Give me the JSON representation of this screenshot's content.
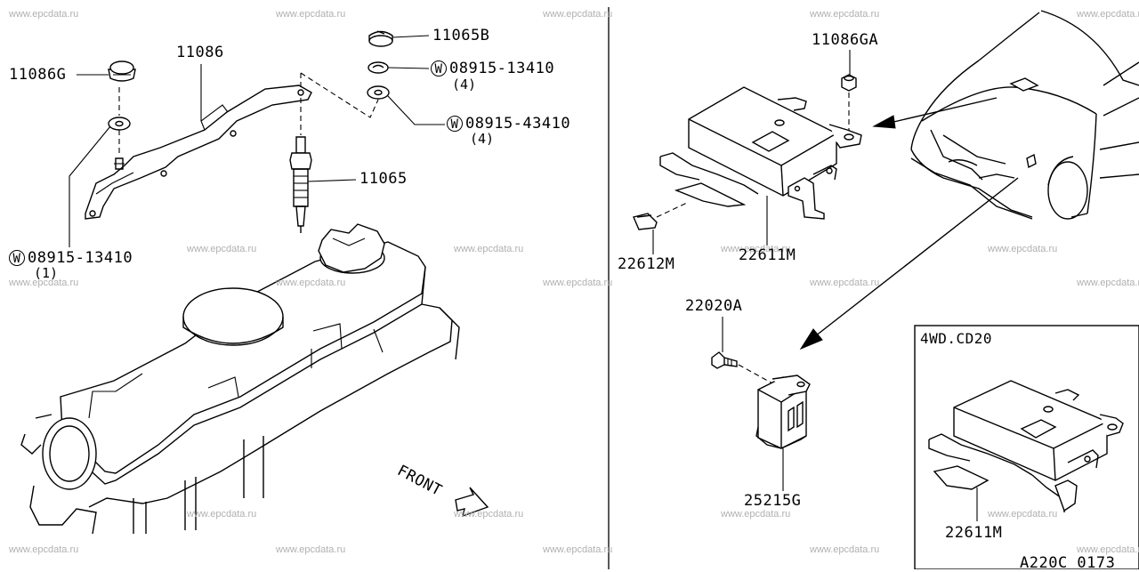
{
  "watermark": "www.epcdata.ru",
  "labels": {
    "l_11065B": "11065B",
    "l_11086": "11086",
    "l_11086G": "11086G",
    "l_08915_13410_top": "08915-13410",
    "l_08915_13410_top_qty": "(4)",
    "l_08915_43410": "08915-43410",
    "l_08915_43410_qty": "(4)",
    "l_11065": "11065",
    "l_08915_13410_left": "08915-13410",
    "l_08915_13410_left_qty": "(1)",
    "l_front": "FRONT",
    "l_11086GA": "11086GA",
    "l_22612M": "22612M",
    "l_22611M": "22611M",
    "l_22020A": "22020A",
    "l_25215G": "25215G",
    "l_4wd": "4WD.CD20",
    "l_22611M_inset": "22611M",
    "l_code": "A220C 0173"
  },
  "washer_symbol": "W"
}
